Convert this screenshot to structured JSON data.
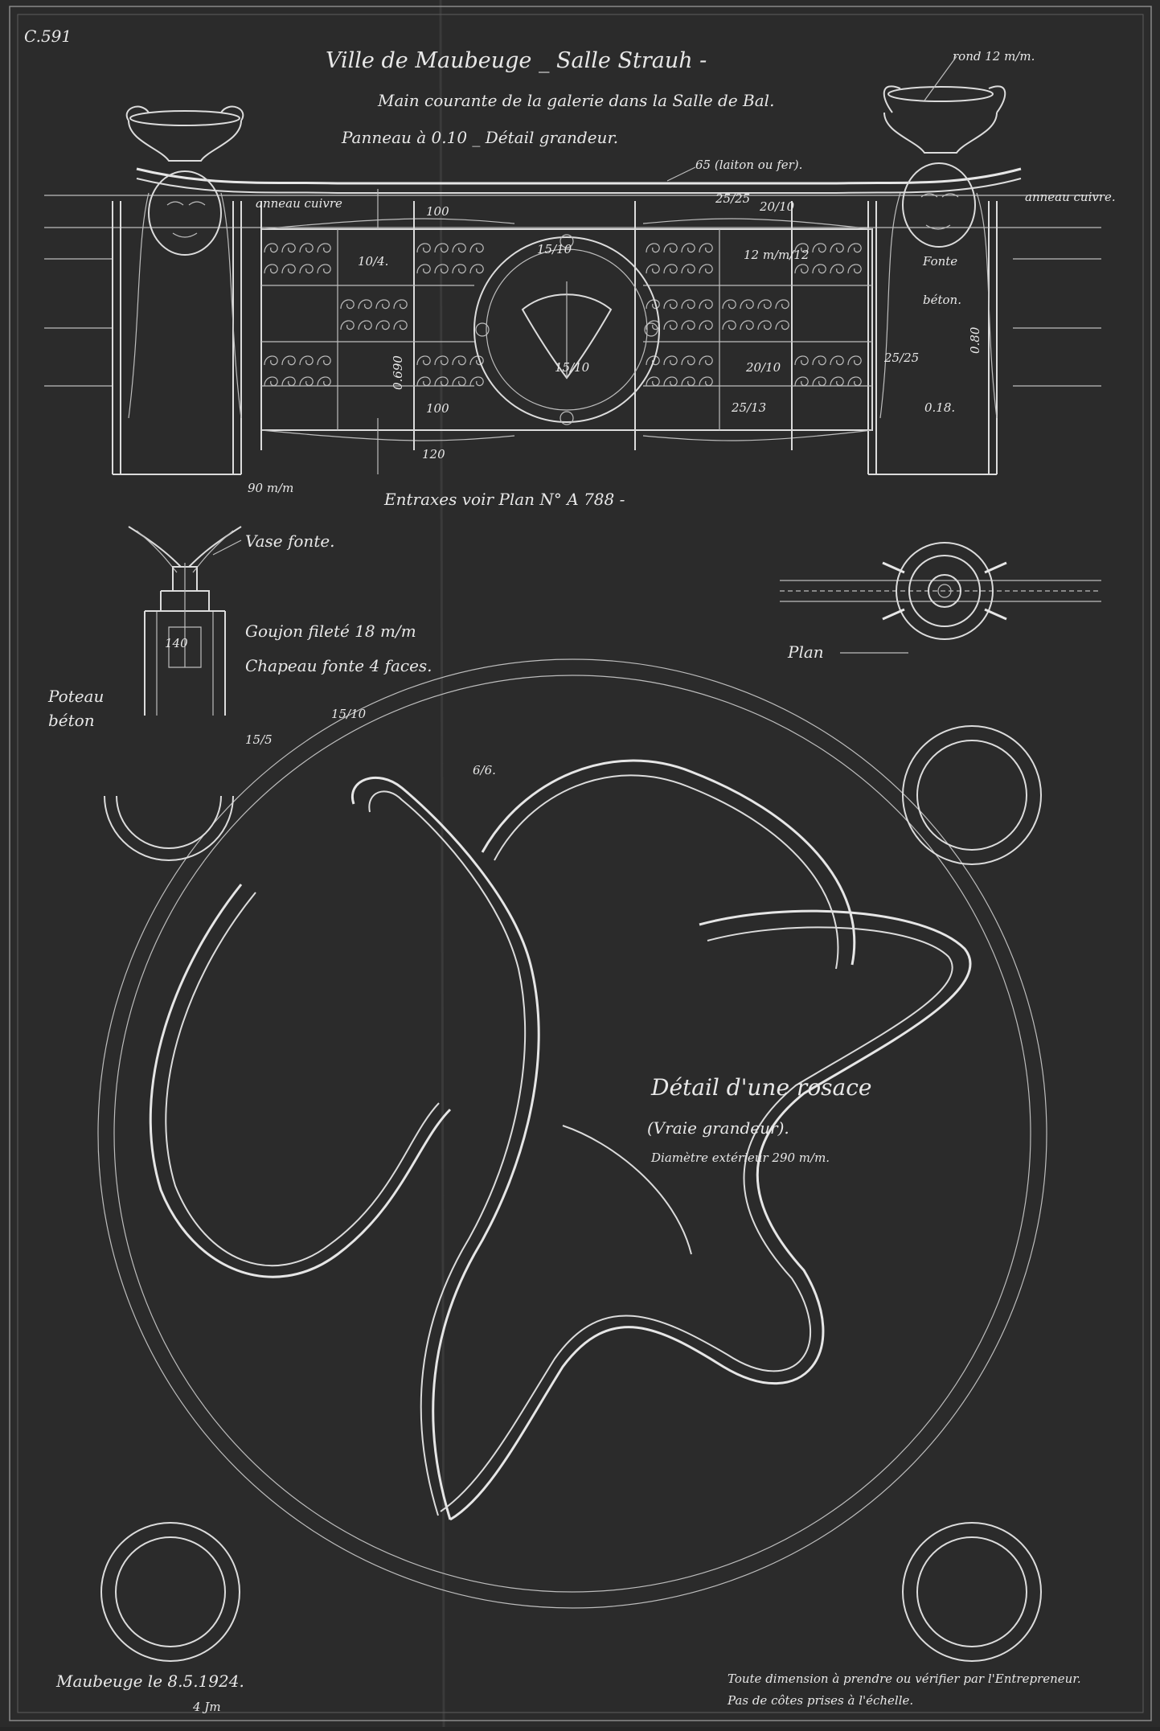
{
  "drawing": {
    "ref": "C.591",
    "title_line1": "Ville de Maubeuge _ Salle Strauh -",
    "title_line2": "Main courante  de la galerie  dans la Salle de Bal.",
    "title_line3": "Panneau à 0.10 _ Détail grandeur.",
    "entraxes_note": "Entraxes  voir Plan  N° A 788 -",
    "plan_label": "Plan",
    "place_date": "Maubeuge le  8.5.1924.",
    "signature": "4 Jm",
    "note_line1": "Toute dimension à prendre ou vérifier par l'Entrepreneur.",
    "note_line2": "Pas de côtes prises à l'échelle."
  },
  "labels": {
    "rond": "rond 12 m/m.",
    "main_courante": "65 (laiton ou fer).",
    "anneau_left": "anneau cuivre",
    "anneau_right": "anneau cuivre.",
    "fonte": "Fonte",
    "beton": "béton.",
    "vase_fonte": "Vase fonte.",
    "goujon": "Goujon fileté 18 m/m",
    "chapeau": "Chapeau fonte 4 faces.",
    "poteau_1": "Poteau",
    "poteau_2": "béton",
    "rosace_title": "Détail d'une rosace",
    "rosace_sub": "(Vraie grandeur).",
    "rosace_diam": "Diamètre extérieur 290 m/m."
  },
  "dimensions": {
    "d_100_top": "100",
    "d_100_bot": "100",
    "d_120": "120",
    "d_690": "0.690",
    "d_90": "90 m/m",
    "d_080": "0.80",
    "d_018": "0.18.",
    "d_10_4": "10/4.",
    "d_15_10_a": "15/10",
    "d_15_10_b": "15/10",
    "d_15_10_c": "15/10",
    "d_25_25": "25/25",
    "d_20_10_a": "20/10",
    "d_20_10_b": "20/10",
    "d_12_12": "12 m/m/12",
    "d_25_13": "25/13",
    "d_25_25_b": "25/25",
    "d_140": "140",
    "d_15_5": "15/5",
    "d_6_6": "6/6."
  }
}
